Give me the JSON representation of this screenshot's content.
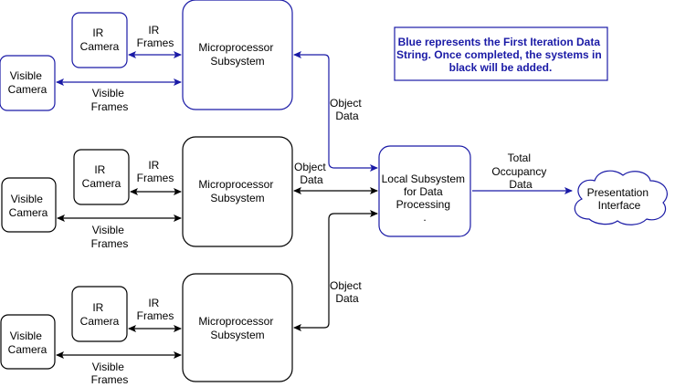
{
  "colors": {
    "blue": "#1a1aa6",
    "black": "#000000"
  },
  "note": {
    "lines": [
      "Blue represents the First Iteration Data",
      "String. Once completed, the systems in",
      "black will be added."
    ]
  },
  "rows": [
    {
      "ir_camera": [
        "IR",
        "Camera"
      ],
      "visible_camera": [
        "Visible",
        "Camera"
      ],
      "microprocessor": [
        "Microprocessor",
        "Subsystem"
      ],
      "ir_frames": [
        "IR",
        "Frames"
      ],
      "visible_frames": [
        "Visible",
        "Frames"
      ]
    },
    {
      "ir_camera": [
        "IR",
        "Camera"
      ],
      "visible_camera": [
        "Visible",
        "Camera"
      ],
      "microprocessor": [
        "Microprocessor",
        "Subsystem"
      ],
      "ir_frames": [
        "IR",
        "Frames"
      ],
      "visible_frames": [
        "Visible",
        "Frames"
      ]
    },
    {
      "ir_camera": [
        "IR",
        "Camera"
      ],
      "visible_camera": [
        "Visible",
        "Camera"
      ],
      "microprocessor": [
        "Microprocessor",
        "Subsystem"
      ],
      "ir_frames": [
        "IR",
        "Frames"
      ],
      "visible_frames": [
        "Visible",
        "Frames"
      ]
    }
  ],
  "object_data_labels": [
    [
      "Object",
      "Data"
    ],
    [
      "Object",
      "Data"
    ],
    [
      "Object",
      "Data"
    ]
  ],
  "local_subsystem": [
    "Local Subsystem",
    "for Data",
    "Processing",
    "."
  ],
  "occupancy_label": [
    "Total",
    "Occupancy",
    "Data"
  ],
  "presentation": [
    "Presentation",
    "Interface"
  ]
}
